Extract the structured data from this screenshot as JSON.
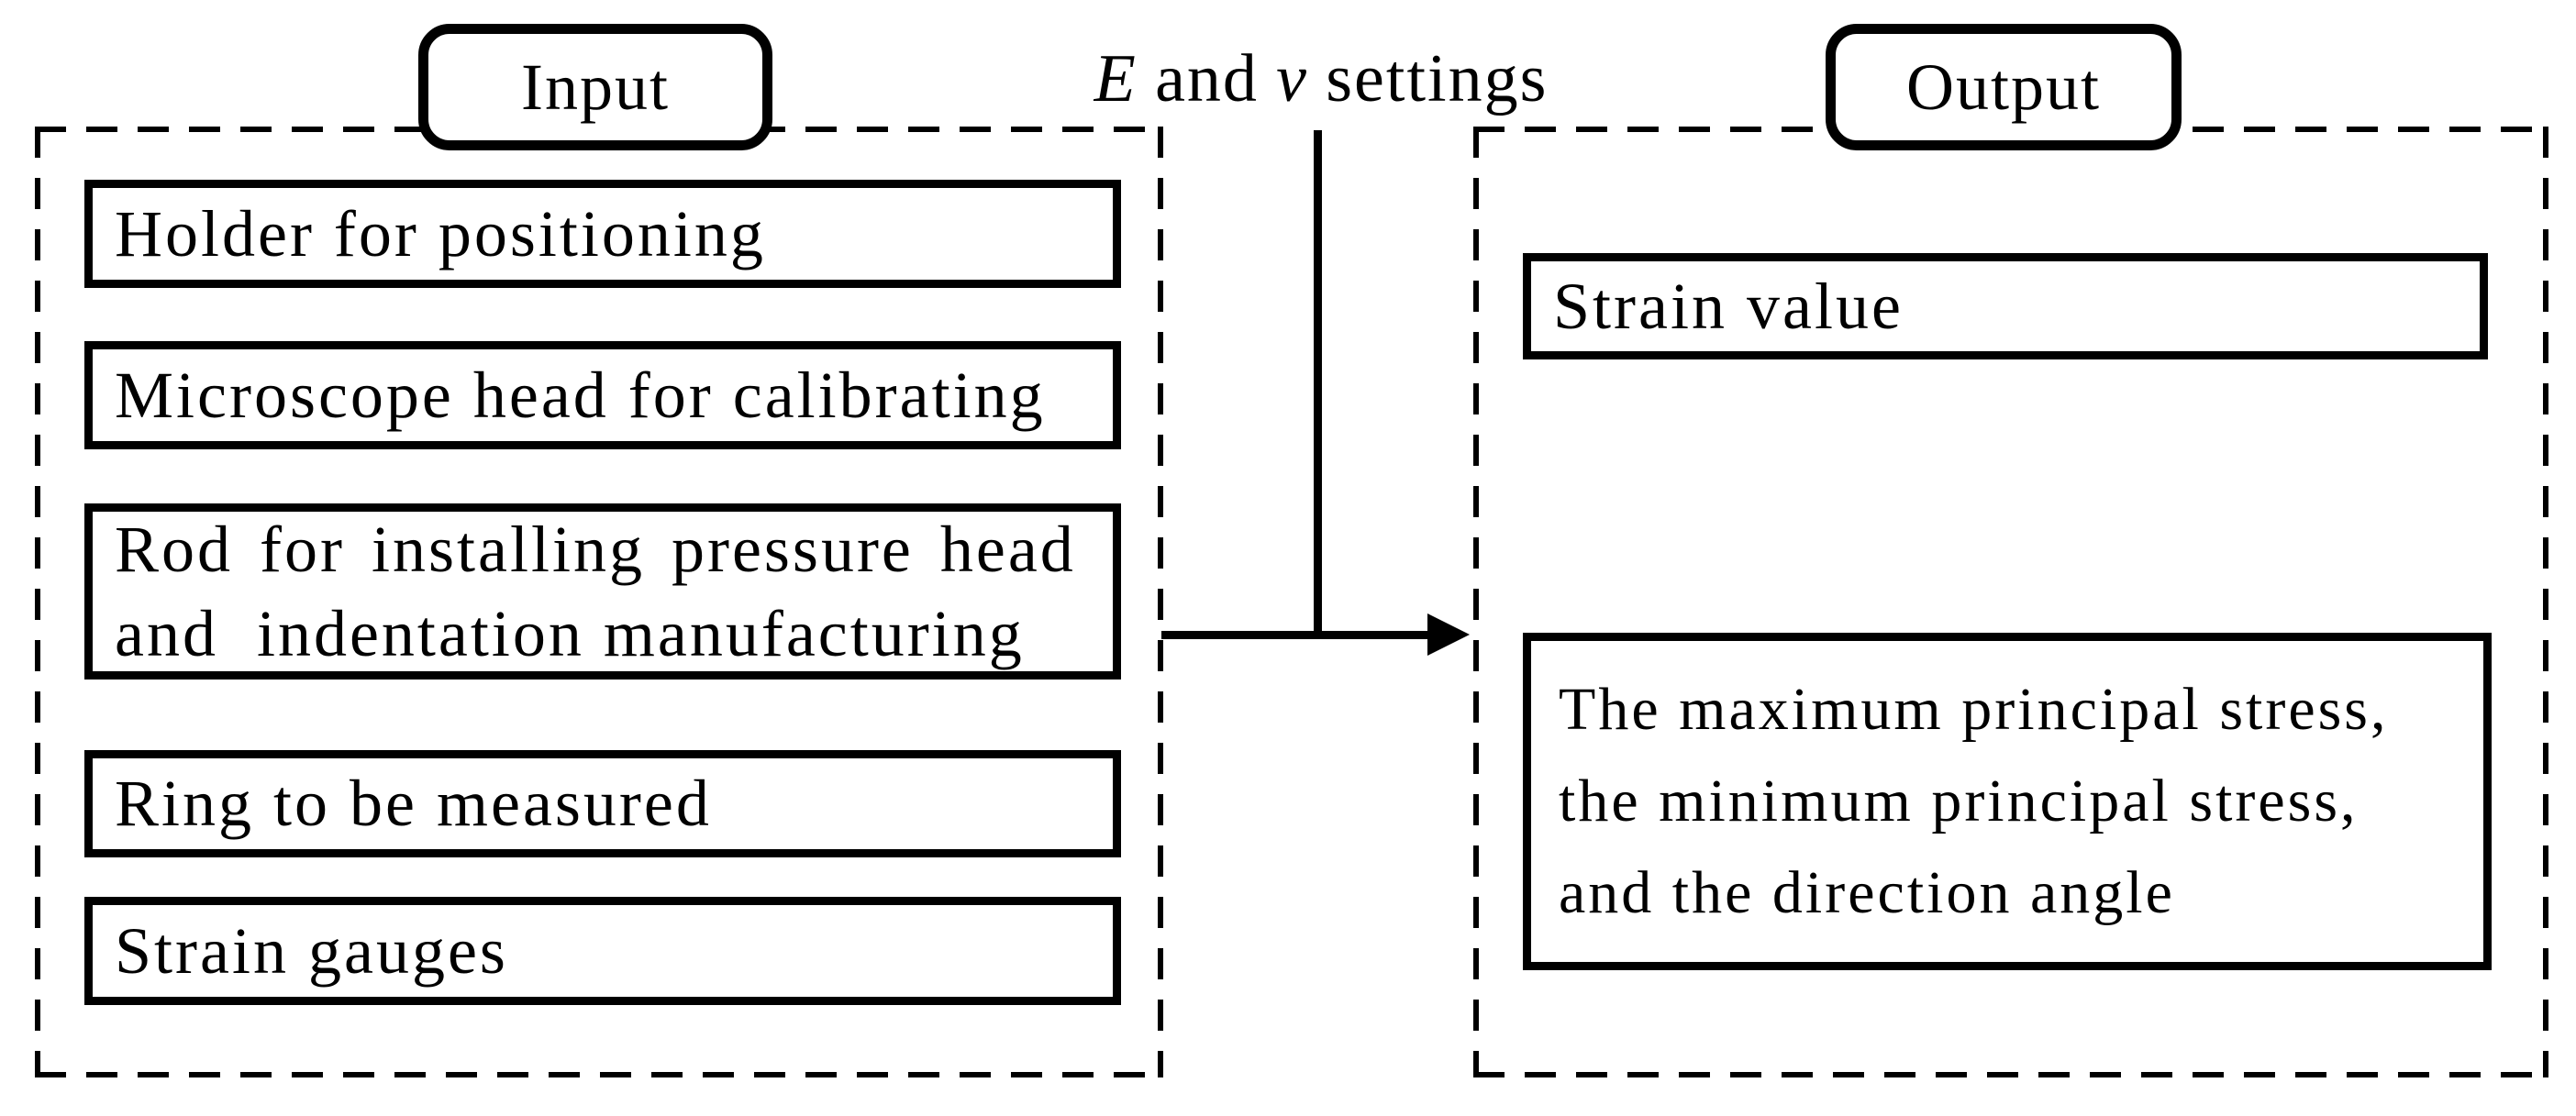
{
  "diagram_title": "Input/Output flow diagram",
  "colors": {
    "ink": "#000000",
    "paper": "#ffffff"
  },
  "input_panel": {
    "label": "Input",
    "items": [
      {
        "label": "Holder for positioning"
      },
      {
        "label": "Microscope head for calibrating"
      },
      {
        "lines": [
          "Rod for installing pressure head",
          "and  indentation manufacturing"
        ]
      },
      {
        "label": "Ring to be measured"
      },
      {
        "label": "Strain gauges"
      }
    ]
  },
  "connector": {
    "e_symbol": "E",
    "conjunction": "and",
    "v_symbol": "v",
    "suffix": "settings"
  },
  "output_panel": {
    "label": "Output",
    "items": [
      {
        "label": "Strain value"
      },
      {
        "lines": [
          "The maximum principal stress,",
          "the minimum principal stress,",
          "and the direction angle"
        ]
      }
    ]
  }
}
